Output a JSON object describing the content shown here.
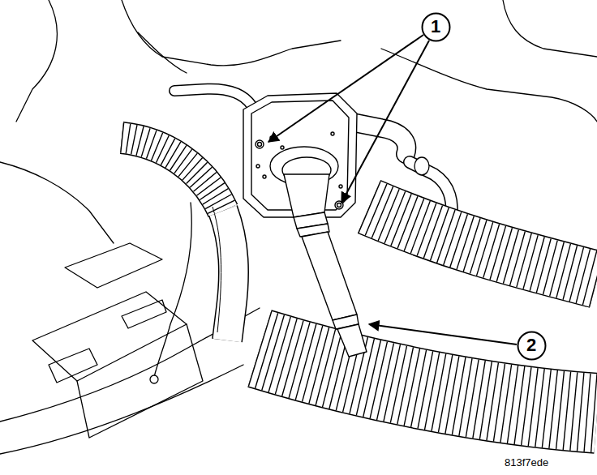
{
  "diagram": {
    "nodes": [
      {
        "text": [
          "1"
        ]
      },
      {
        "text": [
          "2"
        ]
      }
    ],
    "labels": [
      "813f7ede"
    ]
  }
}
